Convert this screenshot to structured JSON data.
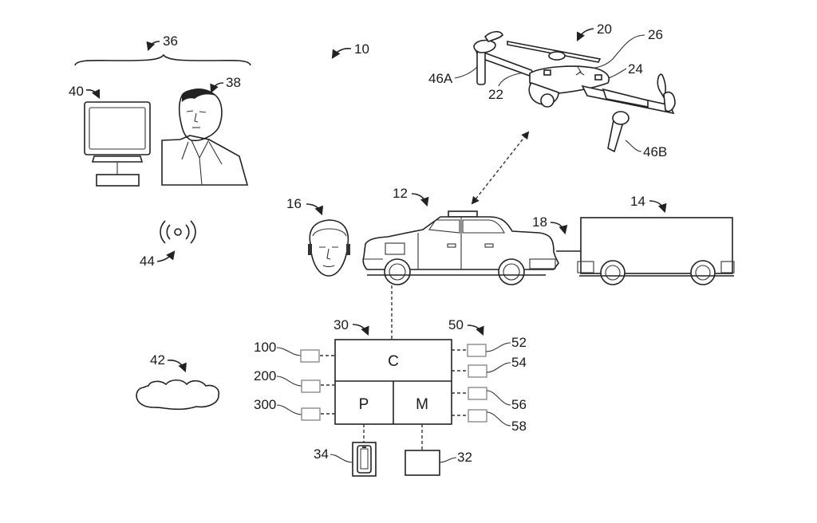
{
  "figure": {
    "system_ref": "10",
    "remote_station": {
      "group_ref": "36",
      "computer_ref": "40",
      "operator_ref": "38"
    },
    "wireless_signal_ref": "44",
    "cloud_ref": "42",
    "drone": {
      "ref": "20",
      "parts": [
        {
          "ref": "26"
        },
        {
          "ref": "24"
        },
        {
          "ref": "22"
        },
        {
          "ref": "46A"
        },
        {
          "ref": "46B"
        }
      ]
    },
    "vehicle": {
      "car_ref": "12",
      "trailer_ref": "14",
      "hitch_ref": "18",
      "driver_ref": "16"
    },
    "controller": {
      "ref": "30",
      "blocks": {
        "c": "C",
        "p": "P",
        "m": "M"
      },
      "left_inputs": [
        "100",
        "200",
        "300"
      ],
      "right_group_ref": "50",
      "right_sensors": [
        "52",
        "54",
        "56",
        "58"
      ],
      "phone_ref": "34",
      "memory_device_ref": "32"
    }
  }
}
